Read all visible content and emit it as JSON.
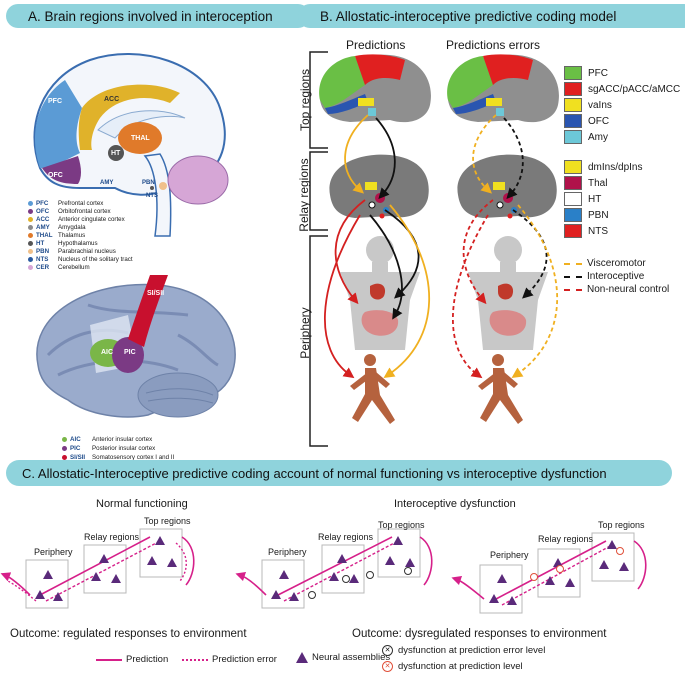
{
  "panelA": {
    "title": "A.  Brain regions involved in interoception",
    "brain_labels": {
      "pfc": "PFC",
      "acc": "ACC",
      "ofc": "OFC",
      "thal": "THAL",
      "ht": "HT",
      "amy": "AMY",
      "pbn": "PBN",
      "nts": "NTS"
    },
    "legend1": [
      {
        "abbr": "PFC",
        "name": "Prefrontal cortex",
        "color": "#5b9bd5"
      },
      {
        "abbr": "OFC",
        "name": "Orbitofrontal cortex",
        "color": "#7b3a84"
      },
      {
        "abbr": "ACC",
        "name": "Anterior cingulate cortex",
        "color": "#e0b22a"
      },
      {
        "abbr": "AMY",
        "name": "Amygdala",
        "color": "#8a8a8a"
      },
      {
        "abbr": "THAL",
        "name": "Thalamus",
        "color": "#e07a2a"
      },
      {
        "abbr": "HT",
        "name": "Hypothalamus",
        "color": "#555555"
      },
      {
        "abbr": "PBN",
        "name": "Parabrachial nucleus",
        "color": "#f0c08a"
      },
      {
        "abbr": "NTS",
        "name": "Nucleus of the solitary tract",
        "color": "#2a5aa0"
      },
      {
        "abbr": "CER",
        "name": "Cerebellum",
        "color": "#d6a6d6"
      }
    ],
    "insula_labels": {
      "aic": "AIC",
      "pic": "PIC",
      "si": "SI/SII"
    },
    "legend2": [
      {
        "abbr": "AIC",
        "name": "Anterior insular cortex",
        "color": "#7ab648"
      },
      {
        "abbr": "PIC",
        "name": "Posterior insular cortex",
        "color": "#7b3a84"
      },
      {
        "abbr": "SI/SII",
        "name": "Somatosensory cortex I and II",
        "color": "#c8102e"
      }
    ]
  },
  "panelB": {
    "title": "B.  Allostatic-interoceptive predictive coding model",
    "col_predictions": "Predictions",
    "col_errors": "Predictions errors",
    "row_labels": {
      "top": "Top regions",
      "relay": "Relay regions",
      "periphery": "Periphery"
    },
    "legend_top": [
      {
        "label": "PFC",
        "color": "#6abf45"
      },
      {
        "label": "sgACC/pACC/aMCC",
        "color": "#e02020"
      },
      {
        "label": "vaIns",
        "color": "#f0e020"
      },
      {
        "label": "OFC",
        "color": "#2a55b0"
      },
      {
        "label": "Amy",
        "color": "#6cc8d8"
      }
    ],
    "legend_relay": [
      {
        "label": "dmIns/dpIns",
        "color": "#f0e020"
      },
      {
        "label": "Thal",
        "color": "#b0124a"
      },
      {
        "label": "HT",
        "color": "#ffffff"
      },
      {
        "label": "PBN",
        "color": "#2a80c8"
      },
      {
        "label": "NTS",
        "color": "#e02020"
      }
    ],
    "legend_lines": [
      {
        "label": "Visceromotor",
        "color": "#f0b020"
      },
      {
        "label": "Interoceptive",
        "color": "#111111"
      },
      {
        "label": "Non-neural control",
        "color": "#d42020"
      }
    ]
  },
  "panelC": {
    "title": "C.  Allostatic-Interoceptive predictive coding account of normal functioning vs interoceptive dysfunction",
    "normal_title": "Normal functioning",
    "dysfunction_title": "Interoceptive dysfunction",
    "box_labels": {
      "periphery": "Periphery",
      "relay": "Relay regions",
      "top": "Top regions"
    },
    "outcome_normal": "Outcome: regulated responses to environment",
    "outcome_dys": "Outcome: dysregulated responses to environment",
    "legend": {
      "prediction": "Prediction",
      "prediction_error": "Prediction error",
      "neural": "Neural assemblies",
      "dys_error": "dysfunction at prediction error level",
      "dys_pred": "dysfunction at prediction level"
    },
    "colors": {
      "arrow": "#d6208a",
      "assembly": "#5a2a7a",
      "box": "#b8b8b8"
    }
  }
}
